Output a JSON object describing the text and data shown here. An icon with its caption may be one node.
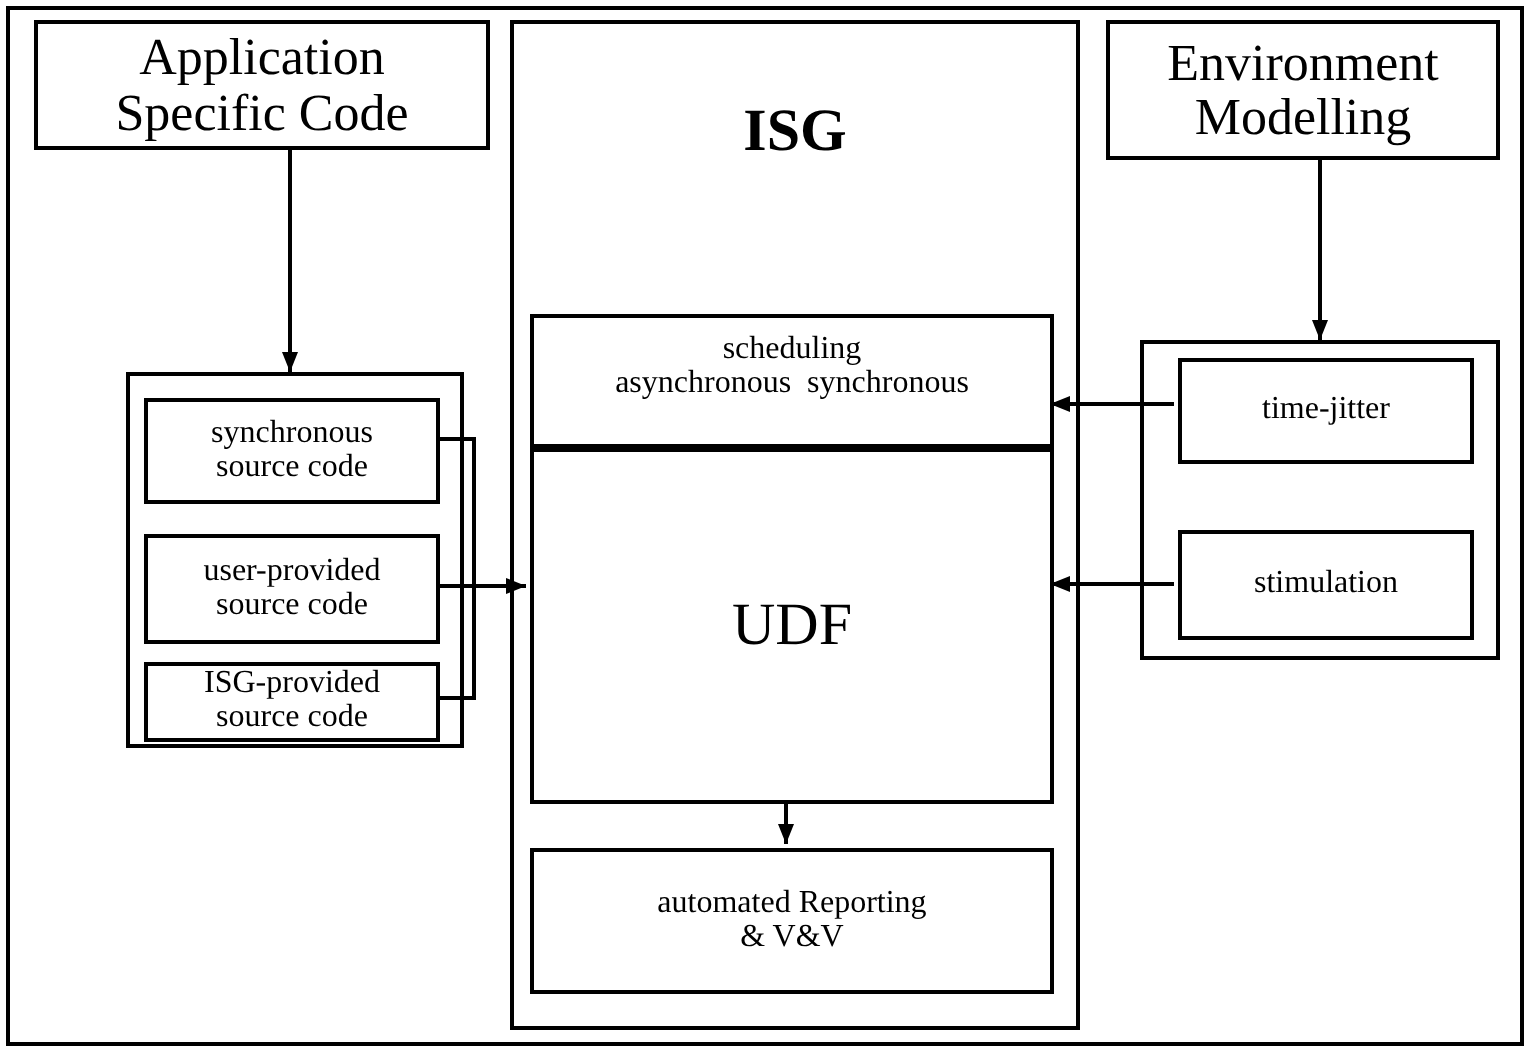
{
  "diagram": {
    "nodes": [
      {
        "text": [
          "Application Specific Code"
        ]
      },
      {
        "text": [],
        "shape": "box"
      },
      {
        "text": [
          "synchronous source code"
        ],
        "in": 1
      },
      {
        "text": [
          "user-provided source code"
        ],
        "in": 1
      },
      {
        "text": [
          "ISG-provided source code"
        ],
        "in": 1
      },
      {
        "text": [
          "ISG"
        ]
      },
      {
        "text": [
          "scheduling",
          "asynchronous  synchronous"
        ],
        "in": 5
      },
      {
        "text": [
          "UDF"
        ],
        "in": 5
      },
      {
        "text": [
          "automated Reporting & V&V"
        ],
        "in": 5
      },
      {
        "text": [
          "Environment Modelling"
        ]
      },
      {
        "text": [],
        "shape": "box"
      },
      {
        "text": [
          "time-jitter"
        ],
        "in": 10
      },
      {
        "text": [
          "stimulation"
        ],
        "in": 10
      }
    ],
    "edges": [
      {
        "from": 0,
        "to": 1,
        "arrow": "to"
      },
      {
        "from": 2,
        "to": 4,
        "arrow": "none"
      },
      {
        "from": 3,
        "to": 7,
        "arrow": "to"
      },
      {
        "from": 9,
        "to": 10,
        "arrow": "to"
      },
      {
        "from": 11,
        "to": 6,
        "arrow": "to"
      },
      {
        "from": 12,
        "to": 7,
        "arrow": "to"
      },
      {
        "from": 7,
        "to": 8,
        "arrow": "to"
      }
    ]
  }
}
